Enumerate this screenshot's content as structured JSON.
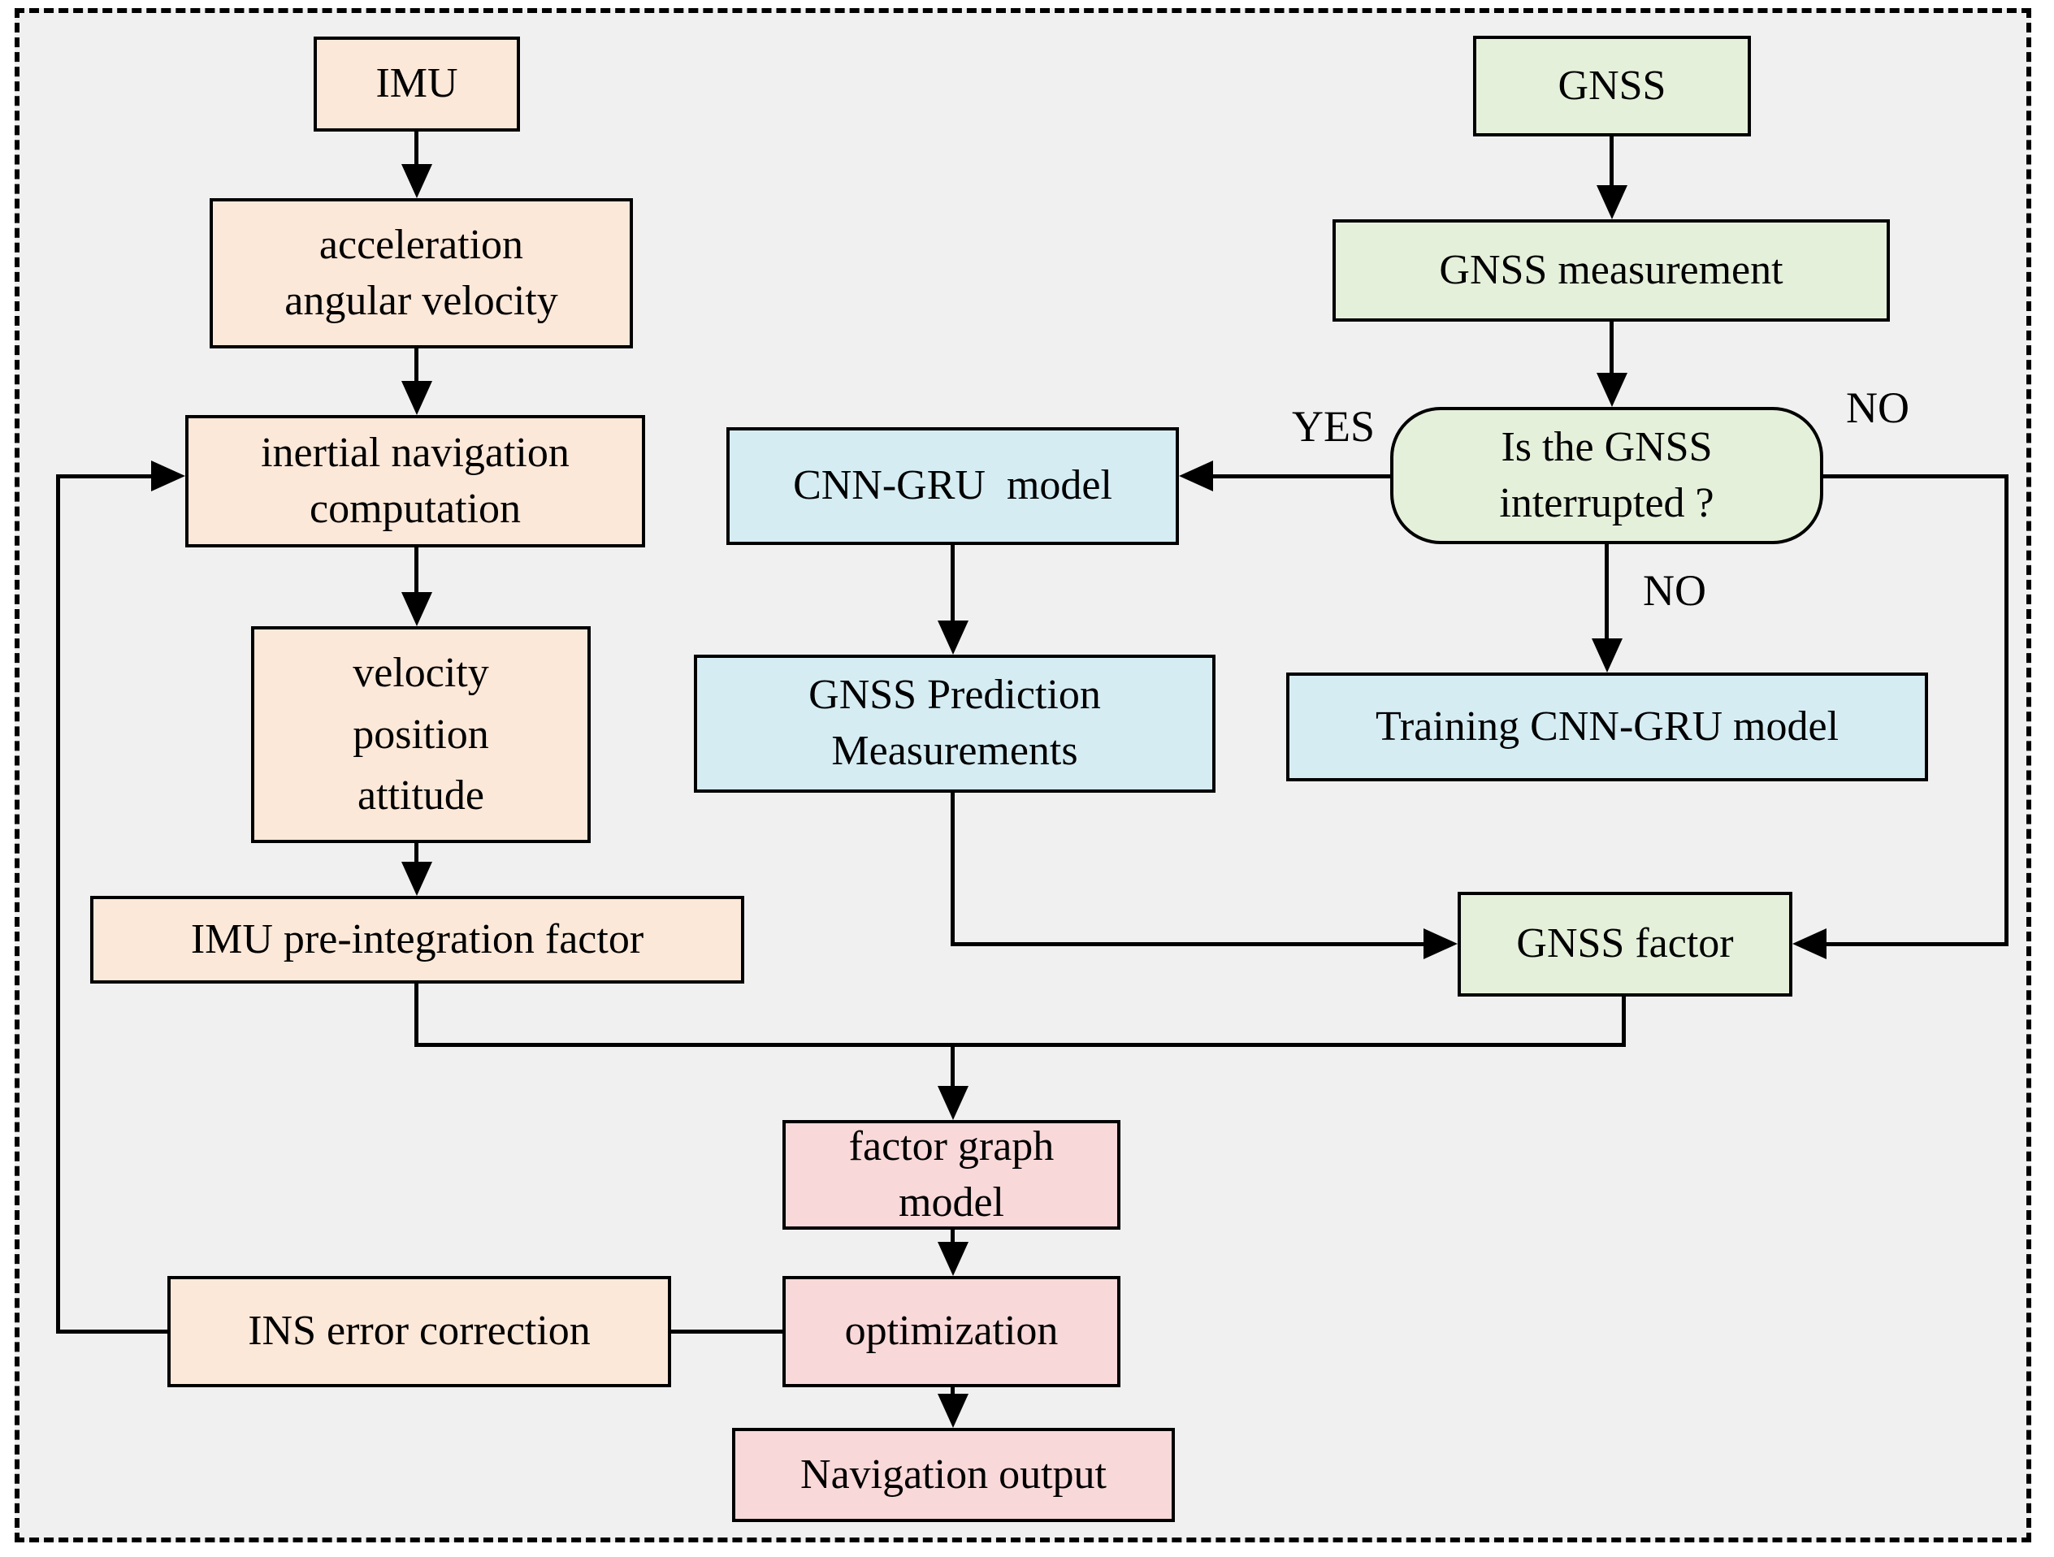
{
  "diagram": {
    "background": "#f0f0f0",
    "colors": {
      "bg": "#f0f0f0",
      "line": "#000000",
      "imu_chain": "#fce8d9",
      "gnss_chain": "#e5f0db",
      "model_chain": "#d5ecf3",
      "fusion_chain": "#f8d8d8"
    },
    "nodes": {
      "imu": {
        "label": "IMU"
      },
      "imu_measurements": {
        "label": "acceleration\nangular velocity"
      },
      "inertial_navigation": {
        "label": "inertial navigation\ncomputation"
      },
      "velocity_position_attitude": {
        "label": "velocity\nposition\nattitude"
      },
      "imu_preintegration_factor": {
        "label": "IMU pre-integration factor"
      },
      "ins_error_correction": {
        "label": "INS error correction"
      },
      "cnn_gru_model": {
        "label": "CNN-GRU  model"
      },
      "gnss_prediction_measurements": {
        "label": "GNSS Prediction\nMeasurements"
      },
      "training_cnn_gru_model": {
        "label": "Training CNN-GRU model"
      },
      "gnss": {
        "label": "GNSS"
      },
      "gnss_measurement": {
        "label": "GNSS measurement"
      },
      "gnss_interrupted_decision": {
        "label": "Is the GNSS\ninterrupted ?"
      },
      "gnss_factor": {
        "label": "GNSS factor"
      },
      "factor_graph_model": {
        "label": "factor graph\nmodel"
      },
      "optimization": {
        "label": "optimization"
      },
      "navigation_output": {
        "label": "Navigation output"
      }
    },
    "edge_labels": {
      "yes": "YES",
      "no_right": "NO",
      "no_down": "NO"
    }
  }
}
